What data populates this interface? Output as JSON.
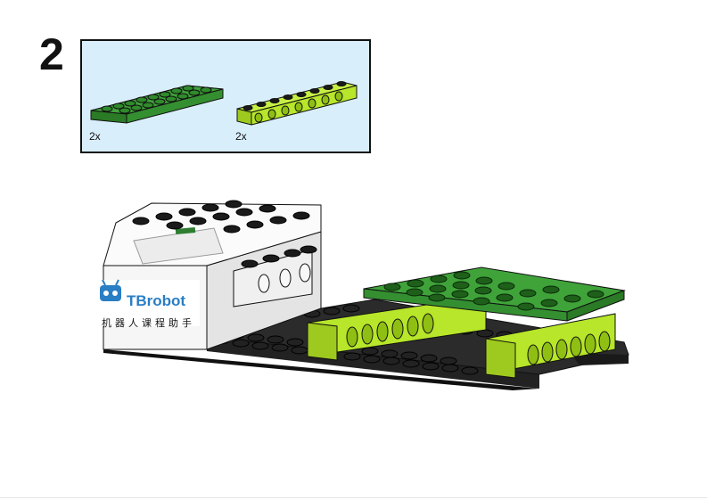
{
  "step": {
    "number": "2"
  },
  "parts_list": [
    {
      "part": "green-plate-2x8",
      "color": "#3fa33a",
      "quantity": "2x"
    },
    {
      "part": "lime-technic-beam-1x8",
      "color": "#b7e62a",
      "quantity": "2x"
    }
  ],
  "hub": {
    "logo_text": "TBrobot",
    "subtitle": "机器人课程助手"
  },
  "colors": {
    "box_background": "#d9eefb",
    "green": "#3fa33a",
    "lime": "#b7e62a",
    "black": "#1a1a1a",
    "hub_white": "#f6f6f6",
    "logo_blue": "#2a7ec4"
  }
}
